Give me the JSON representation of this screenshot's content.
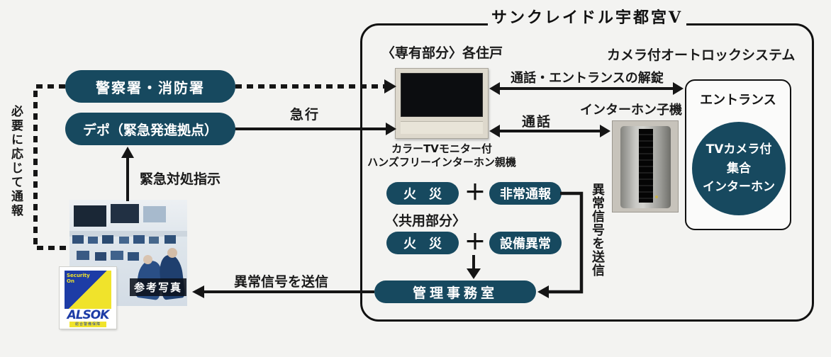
{
  "colors": {
    "page_bg": "#f3f3f1",
    "navy": "#17495f",
    "line": "#151515",
    "alsok_blue": "#1d3ca6",
    "alsok_yellow": "#f0e32b"
  },
  "title": "サンクレイドル宇都宮Ⅴ",
  "outside": {
    "police": "警察署・消防署",
    "depot": "デポ（緊急発進拠点）",
    "as_needed_report": "必要に応じて通報",
    "emergency_instruction": "緊急対処指示",
    "rush": "急行",
    "send_signal_left": "異常信号を送信",
    "photo_caption": "参考写真",
    "alsok_security_on": "Security On",
    "alsok_name": "ALSOK",
    "alsok_sub": "総合警備保障"
  },
  "inside": {
    "private_area": "〈専有部分〉各住戸",
    "autolock": "カメラ付オートロックシステム",
    "talk_unlock": "通話・エントランスの解錠",
    "talk": "通話",
    "doorphone": "インターホン子機",
    "monitor_caption1": "カラーTVモニター付",
    "monitor_caption2": "ハンズフリーインターホン親機",
    "entrance_title": "エントランス",
    "entrance_circle1": "TVカメラ付",
    "entrance_circle2": "集合",
    "entrance_circle3": "インターホン",
    "fire1": "火　災",
    "plus1": "＋",
    "emergency_report": "非常通報",
    "common_area": "〈共用部分〉",
    "fire2": "火　災",
    "plus2": "＋",
    "equipment_error": "設備異常",
    "send_signal_vertical": "異常信号を送信",
    "office": "管理事務室"
  }
}
